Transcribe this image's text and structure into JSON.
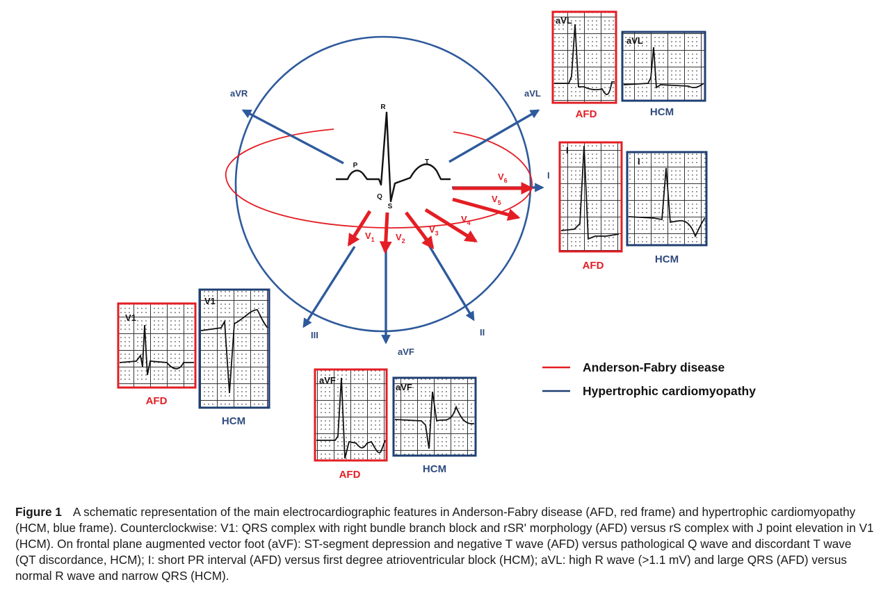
{
  "diagram": {
    "wave_labels": {
      "p": "P",
      "q": "Q",
      "r": "R",
      "s": "S",
      "t": "T"
    },
    "frontal_leads": [
      {
        "name": "aVR"
      },
      {
        "name": "aVL"
      },
      {
        "name": "I"
      },
      {
        "name": "II"
      },
      {
        "name": "aVF"
      },
      {
        "name": "III"
      }
    ],
    "precordial_leads": [
      {
        "base": "V",
        "sub": "1"
      },
      {
        "base": "V",
        "sub": "2"
      },
      {
        "base": "V",
        "sub": "3"
      },
      {
        "base": "V",
        "sub": "4"
      },
      {
        "base": "V",
        "sub": "5"
      },
      {
        "base": "V",
        "sub": "6"
      }
    ],
    "panels": {
      "avl": {
        "afd_lead": "aVL",
        "hcm_lead": "aVL",
        "afd_label": "AFD",
        "hcm_label": "HCM"
      },
      "i": {
        "afd_lead": "I",
        "hcm_lead": "I",
        "afd_label": "AFD",
        "hcm_label": "HCM"
      },
      "v1": {
        "afd_lead": "V1",
        "hcm_lead": "V1",
        "afd_label": "AFD",
        "hcm_label": "HCM"
      },
      "avf": {
        "afd_lead": "aVF",
        "hcm_lead": "aVF",
        "afd_label": "AFD",
        "hcm_label": "HCM"
      }
    },
    "legend": [
      {
        "label": "Anderson-Fabry disease",
        "color": "#E31E24"
      },
      {
        "label": "Hypertrophic cardiomyopathy",
        "color": "#2E4A7D"
      }
    ]
  },
  "caption": {
    "figure_label": "Figure 1",
    "text": "A schematic representation of the main electrocardiographic features in Anderson-Fabry disease (AFD, red frame) and hypertrophic cardiomyopathy (HCM, blue frame). Counterclockwise: V1: QRS complex with right bundle branch block and rSR' morphology (AFD) versus rS complex with J point elevation in V1 (HCM). On frontal plane augmented vector foot (aVF): ST-segment depression and negative T wave (AFD) versus pathological Q wave and discordant T wave (QT discordance, HCM); I: short PR interval (AFD) versus first degree atrioventricular block (HCM); aVL: high R wave (>1.1 mV) and large QRS (AFD) versus normal R wave and narrow QRS (HCM)."
  }
}
